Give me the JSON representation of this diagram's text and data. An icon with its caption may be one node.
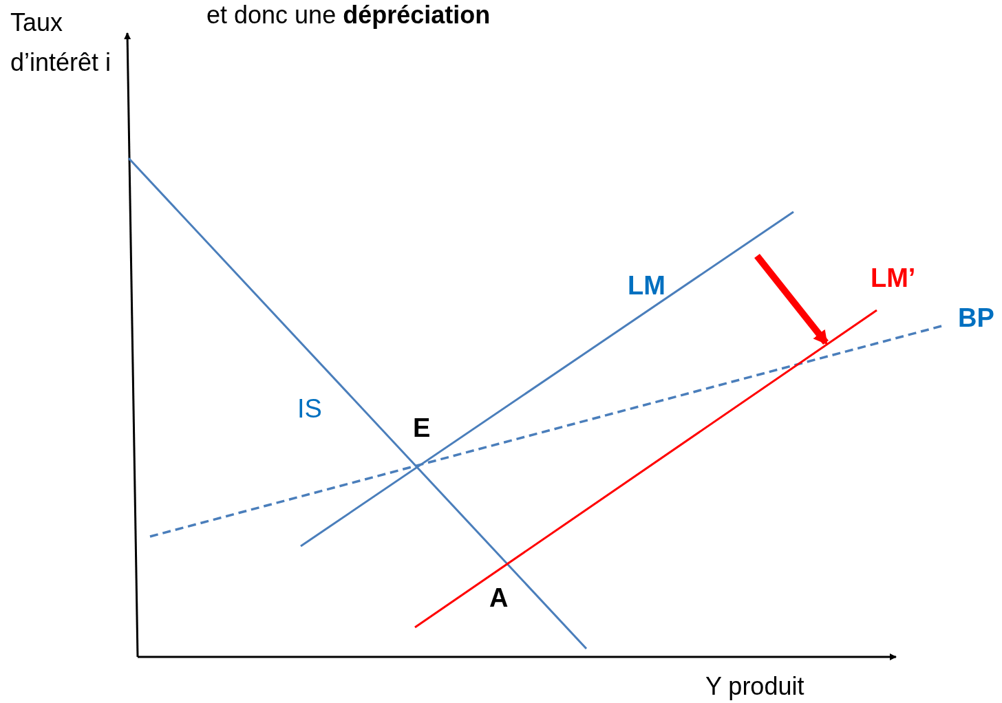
{
  "diagram": {
    "title": "et donc une **dépréciation**",
    "labels": [
      "Taux d’intérêt i",
      "LM’",
      "LM",
      "BP",
      "IS",
      "E",
      "A",
      "Y produit"
    ]
  }
}
